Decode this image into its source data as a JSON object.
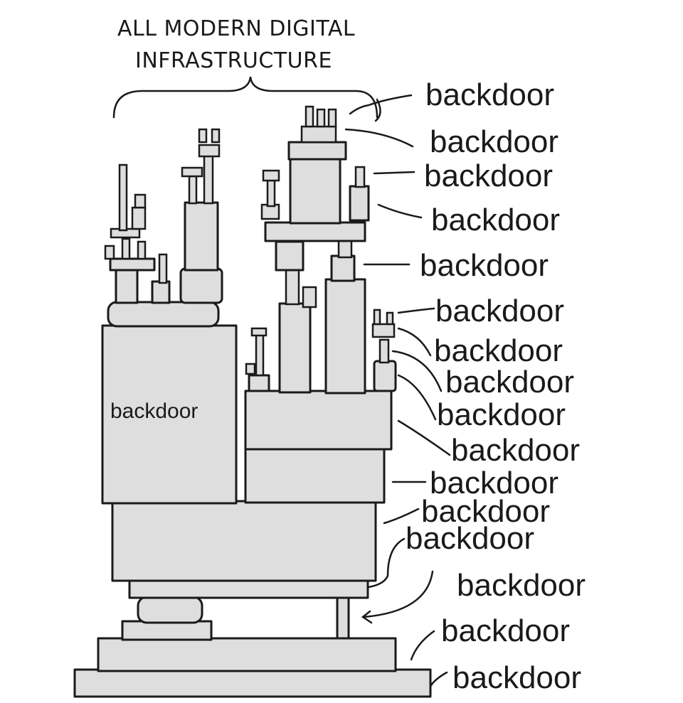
{
  "title": {
    "line1": "ALL MODERN DIGITAL",
    "line2": "INFRASTRUCTURE"
  },
  "big_block_label": "backdoor",
  "labels": [
    "backdoor",
    "backdoor",
    "backdoor",
    "backdoor",
    "backdoor",
    "backdoor",
    "backdoor",
    "backdoor",
    "backdoor",
    "backdoor",
    "backdoor",
    "backdoor",
    "backdoor",
    "backdoor",
    "backdoor",
    "backdoor"
  ]
}
